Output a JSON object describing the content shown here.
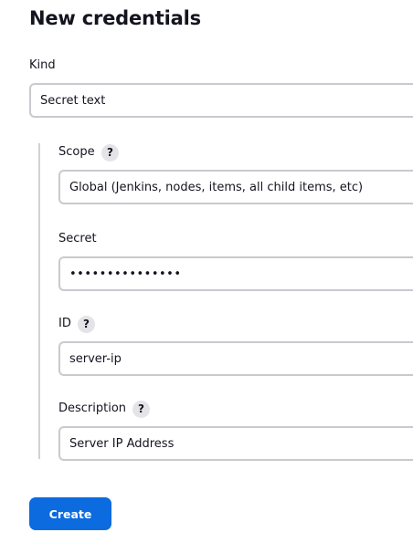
{
  "page": {
    "title": "New credentials"
  },
  "form": {
    "kind": {
      "label": "Kind",
      "value": "Secret text"
    },
    "scope": {
      "label": "Scope",
      "help": "?",
      "value": "Global (Jenkins, nodes, items, all child items, etc)"
    },
    "secret": {
      "label": "Secret",
      "value": "•••••••••••••••"
    },
    "id": {
      "label": "ID",
      "help": "?",
      "value": "server-ip"
    },
    "description": {
      "label": "Description",
      "help": "?",
      "value": "Server IP Address"
    },
    "create_label": "Create"
  },
  "colors": {
    "primary_button": "#0b6bdf",
    "field_border": "#c9c9cf",
    "help_badge": "#e4e4e8",
    "text": "#14141f"
  }
}
